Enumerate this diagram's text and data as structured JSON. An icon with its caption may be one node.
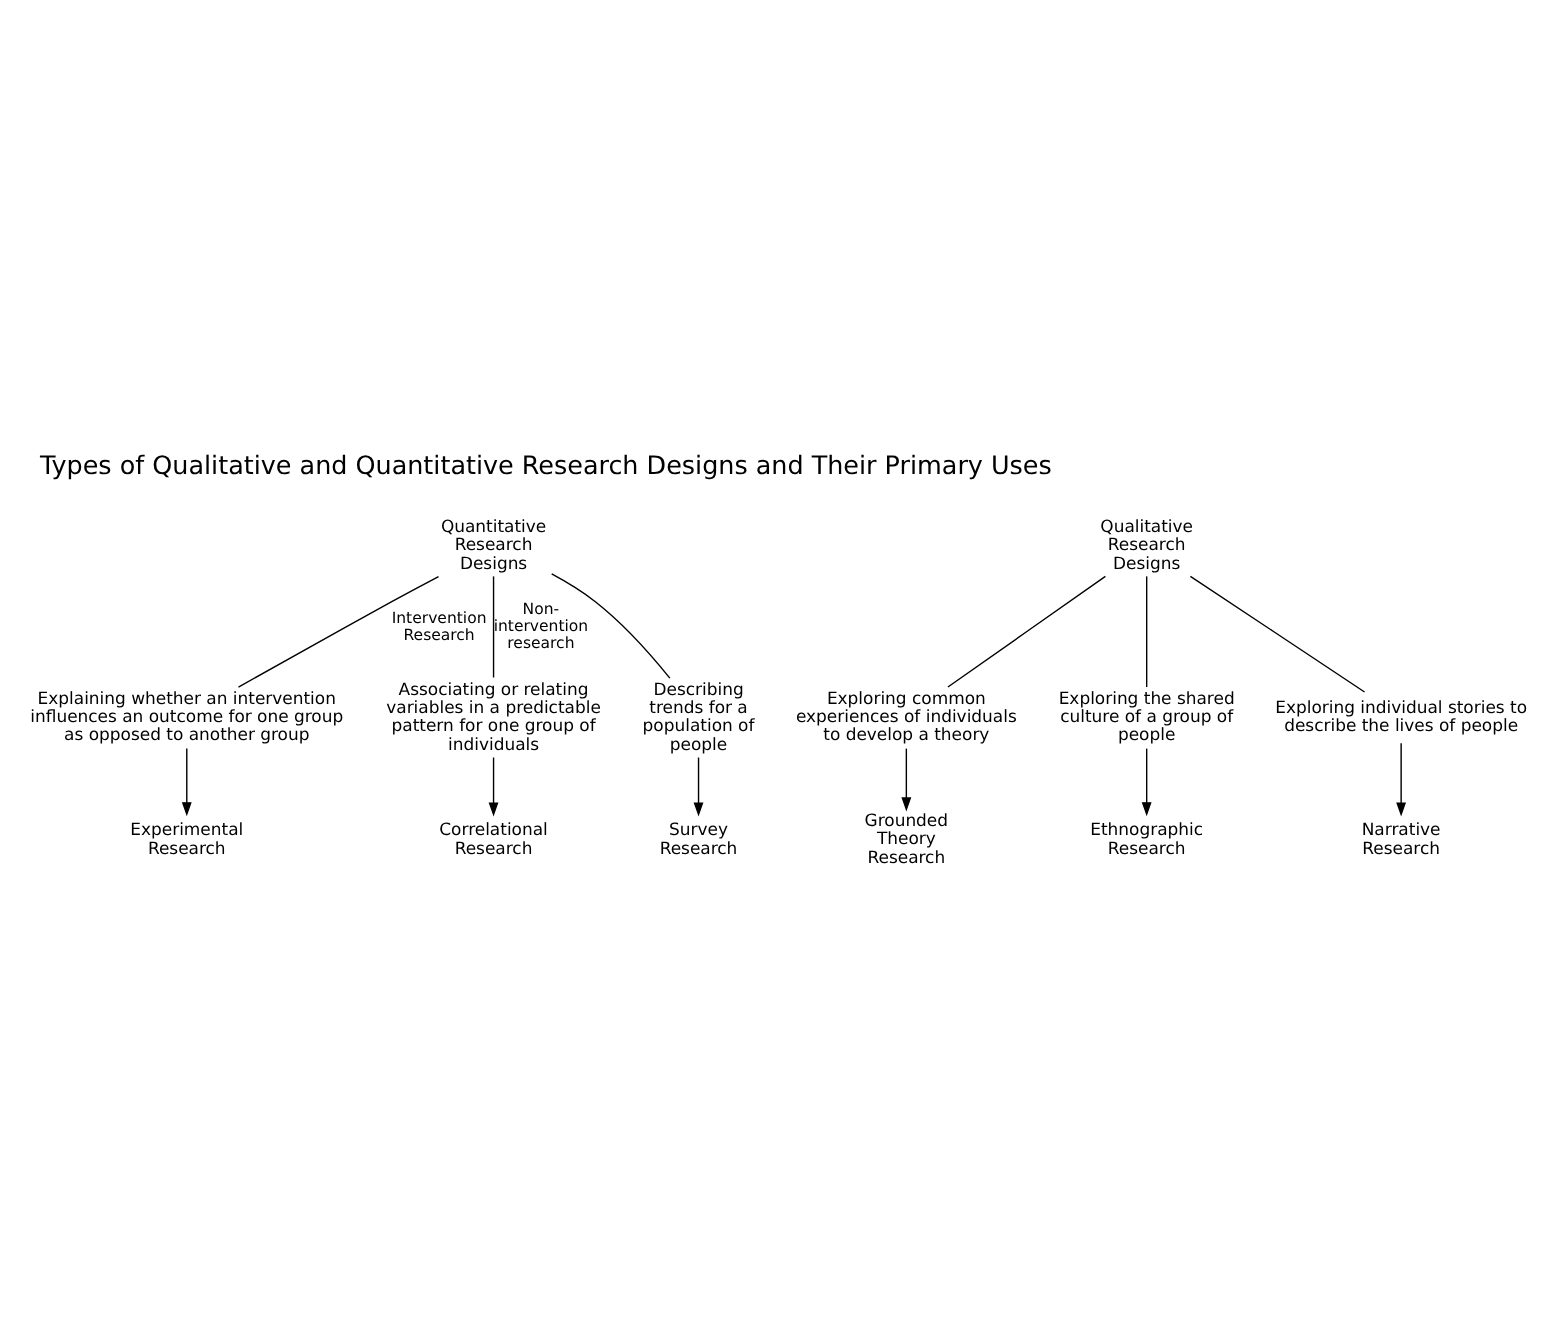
{
  "diagram": {
    "title": "Types of Qualitative and Quantitative Research Designs and Their Primary Uses",
    "nodes": [
      {
        "text": [
          "Quantitative Research Designs"
        ]
      },
      {
        "text": [
          "Explaining whether an intervention influences an outcome for one group as opposed to another group"
        ]
      },
      {
        "text": [
          "Associating or relating variables in a predictable pattern for one group of individuals"
        ]
      },
      {
        "text": [
          "Describing trends for a population of people"
        ]
      },
      {
        "text": [
          "Experimental Research"
        ]
      },
      {
        "text": [
          "Correlational Research"
        ]
      },
      {
        "text": [
          "Survey Research"
        ]
      },
      {
        "text": [
          "Qualitative Research Designs"
        ]
      },
      {
        "text": [
          "Exploring common experiences of individuals to develop a theory"
        ]
      },
      {
        "text": [
          "Exploring the shared culture of a group of people"
        ]
      },
      {
        "text": [
          "Exploring individual stories to describe the lives of people"
        ]
      },
      {
        "text": [
          "Grounded Theory Research"
        ]
      },
      {
        "text": [
          "Ethnographic Research"
        ]
      },
      {
        "text": [
          "Narrative Research"
        ]
      }
    ],
    "edges": [
      {
        "from": 0,
        "to": 1,
        "arrow": "none",
        "label": "Intervention Research"
      },
      {
        "from": 0,
        "to": 2,
        "arrow": "none",
        "label": "Non-intervention research"
      },
      {
        "from": 0,
        "to": 3,
        "arrow": "none"
      },
      {
        "from": 1,
        "to": 4,
        "arrow": "to"
      },
      {
        "from": 2,
        "to": 5,
        "arrow": "to"
      },
      {
        "from": 3,
        "to": 6,
        "arrow": "to"
      },
      {
        "from": 7,
        "to": 8,
        "arrow": "none"
      },
      {
        "from": 7,
        "to": 9,
        "arrow": "none"
      },
      {
        "from": 7,
        "to": 10,
        "arrow": "none"
      },
      {
        "from": 8,
        "to": 11,
        "arrow": "to"
      },
      {
        "from": 9,
        "to": 12,
        "arrow": "to"
      },
      {
        "from": 10,
        "to": 13,
        "arrow": "to"
      }
    ]
  }
}
